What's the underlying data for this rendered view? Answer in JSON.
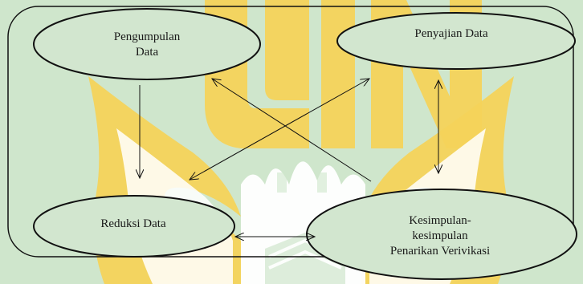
{
  "colors": {
    "background": "#cfe6cc",
    "watermark_gold": "#f4d35a",
    "watermark_white": "#ffffff",
    "stroke": "#111111"
  },
  "watermark": {
    "letters": "UIN",
    "description_icon": "uin-logo-watermark"
  },
  "nodes": {
    "pengumpulan": {
      "line1": "Pengumpulan",
      "line2": "Data"
    },
    "penyajian": {
      "line1": "Penyajian Data"
    },
    "reduksi": {
      "line1": "Reduksi Data"
    },
    "kesimpulan": {
      "line1": "Kesimpulan-",
      "line2": "kesimpulan",
      "line3": "Penarikan Verivikasi"
    }
  }
}
